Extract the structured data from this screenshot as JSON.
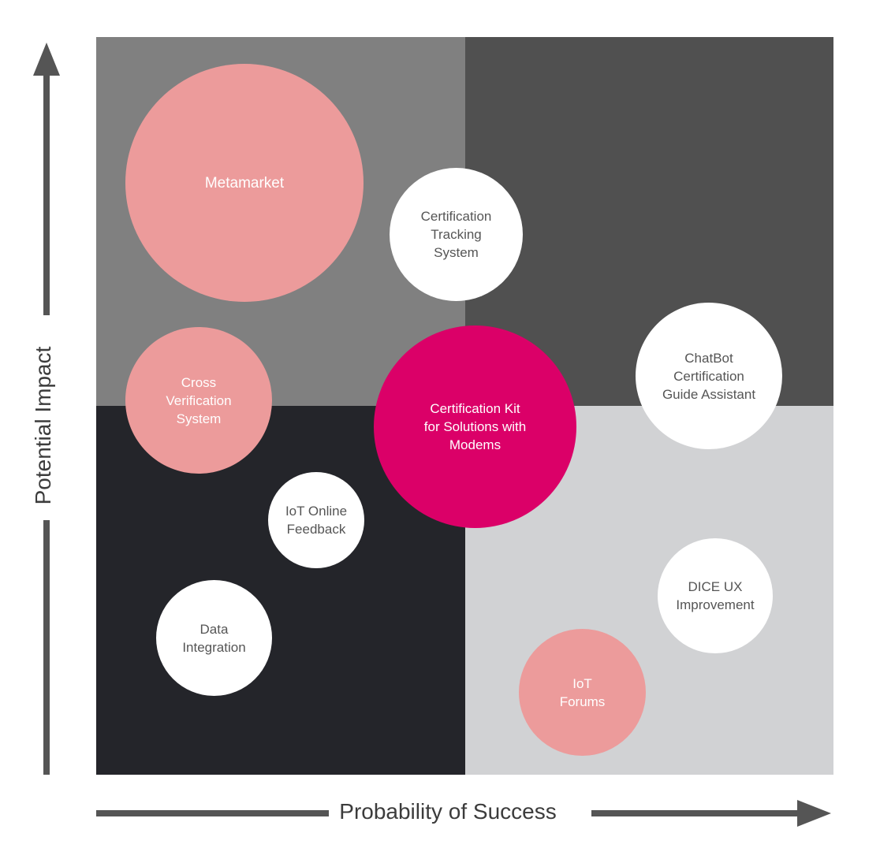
{
  "axes": {
    "y_label": "Potential Impact",
    "x_label": "Probability of Success"
  },
  "colors": {
    "quadrant_top_left": "#808080",
    "quadrant_top_right": "#505050",
    "quadrant_bottom_left": "#24252a",
    "quadrant_bottom_right": "#d1d2d4",
    "bubble_pink": "#ec9b9b",
    "bubble_magenta": "#db0068",
    "bubble_white": "#ffffff",
    "axis": "#555555"
  },
  "bubbles": [
    {
      "label": "Metamarket",
      "fill": "pink"
    },
    {
      "label": "Certification\nTracking\nSystem",
      "fill": "white"
    },
    {
      "label": "ChatBot\nCertification\nGuide Assistant",
      "fill": "white"
    },
    {
      "label": "Cross\nVerification\nSystem",
      "fill": "pink"
    },
    {
      "label": "Certification Kit\nfor Solutions with\nModems",
      "fill": "magenta"
    },
    {
      "label": "IoT Online\nFeedback",
      "fill": "white"
    },
    {
      "label": "DICE UX\nImprovement",
      "fill": "white"
    },
    {
      "label": "Data Integration",
      "fill": "white"
    },
    {
      "label": "IoT\nForums",
      "fill": "pink"
    }
  ]
}
